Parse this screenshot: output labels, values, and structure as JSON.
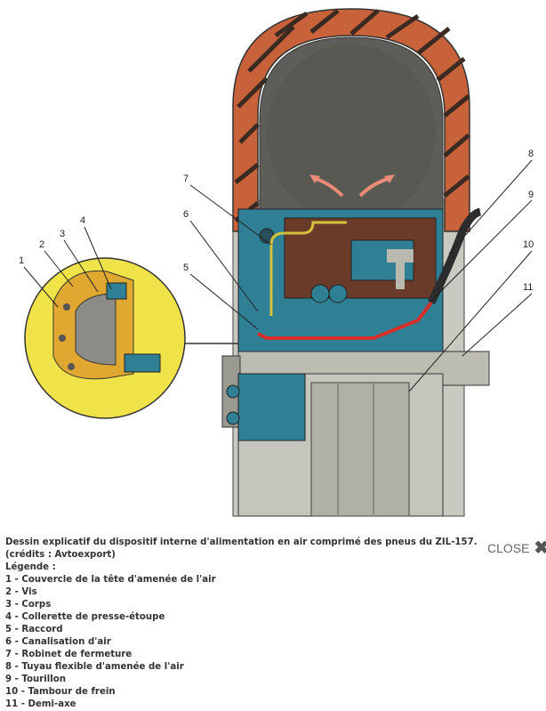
{
  "figure": {
    "callouts": [
      "1",
      "2",
      "3",
      "4",
      "5",
      "6",
      "7",
      "8",
      "9",
      "10",
      "11"
    ]
  },
  "caption": {
    "title": "Dessin explicatif du dispositif interne d'alimentation en air comprimé des pneus du ZIL-157.",
    "credit": "(crédits : Avtoexport)",
    "legend_heading": "Légende :",
    "legend": [
      "1 - Couvercle de la tête d'amenée de l'air",
      "2 - Vis",
      "3 - Corps",
      "4 - Collerette de presse-étoupe",
      "5 - Raccord",
      "6 - Canalisation d'air",
      "7 - Robinet de fermeture",
      "8 - Tuyau flexible d'amenée de l'air",
      "9 - Tourillon",
      "10 - Tambour de frein",
      "11 - Demi-axe"
    ]
  },
  "close": {
    "label": "CLOSE",
    "icon": "close-icon"
  },
  "colors": {
    "tire": "#c8623a",
    "tire_inner": "#5b5b57",
    "hub": "#2e7f93",
    "detail_bg": "#f0e34a",
    "rim": "#b9b9b0"
  }
}
